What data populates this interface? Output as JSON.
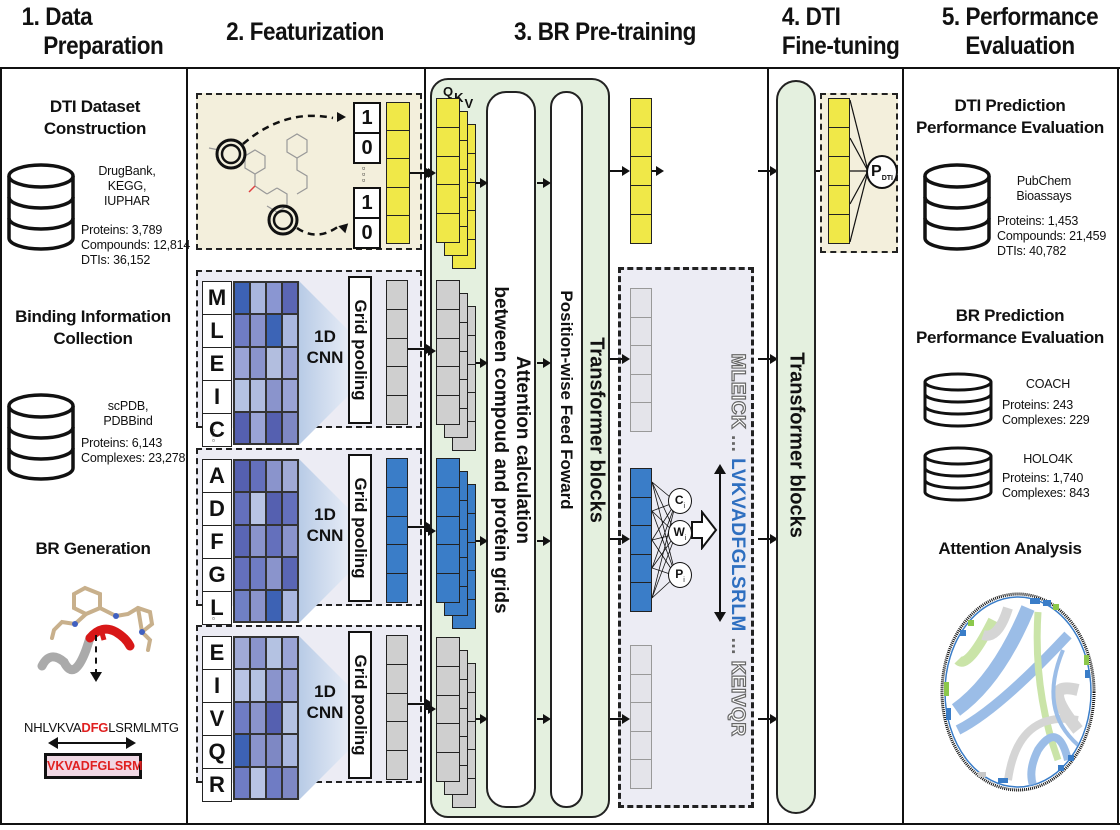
{
  "headers": {
    "s1_line1": "1. Data",
    "s1_line2": "Preparation",
    "s2": "2. Featurization",
    "s3": "3. BR Pre-training",
    "s4_line1": "4. DTI",
    "s4_line2": "Fine-tuning",
    "s5_line1": "5. Performance",
    "s5_line2": "Evaluation"
  },
  "data_prep": {
    "dti_dataset": {
      "title_line1": "DTI Dataset",
      "title_line2": "Construction",
      "sources": [
        "DrugBank,",
        "KEGG,",
        "IUPHAR"
      ],
      "stats": [
        "Proteins: 3,789",
        "Compounds: 12,814",
        "DTIs: 36,152"
      ]
    },
    "binding_info": {
      "title_line1": "Binding Information",
      "title_line2": "Collection",
      "sources": [
        "scPDB,",
        "PDBBind"
      ],
      "stats": [
        "Proteins: 6,143",
        "Complexes: 23,278"
      ]
    },
    "br_generation": {
      "title": "BR Generation",
      "sequence_prefix": "NHLVKVA",
      "sequence_highlight": "DFG",
      "sequence_suffix": "LSRMLMTG",
      "binding_region": "VKVADFGLSRM"
    }
  },
  "featurization": {
    "fingerprint_bits": [
      "1",
      "0",
      "1",
      "0"
    ],
    "protein_groups": [
      {
        "residues": [
          "M",
          "L",
          "E",
          "I",
          "C"
        ],
        "cnn_label_line1": "1D",
        "cnn_label_line2": "CNN",
        "pool_label": "Grid pooling"
      },
      {
        "residues": [
          "A",
          "D",
          "F",
          "G",
          "L"
        ],
        "cnn_label_line1": "1D",
        "cnn_label_line2": "CNN",
        "pool_label": "Grid pooling"
      },
      {
        "residues": [
          "E",
          "I",
          "V",
          "Q",
          "R"
        ],
        "cnn_label_line1": "1D",
        "cnn_label_line2": "CNN",
        "pool_label": "Grid pooling"
      }
    ]
  },
  "pretraining": {
    "qkv": {
      "q": "Q",
      "k": "K",
      "v": "V"
    },
    "attention_line1": "Attention calculation",
    "attention_line2": "between compoud and protein grids",
    "ffn_label": "Position-wise Feed Foward",
    "transformer_label": "Transformer blocks",
    "output_nodes": [
      {
        "main": "C",
        "sub": "i"
      },
      {
        "main": "W",
        "sub": "i"
      },
      {
        "main": "P",
        "sub": "i"
      }
    ],
    "seq_start": "MLEICK",
    "seq_ellipsis1": "...",
    "seq_br": "LVKVADFGLSRLM",
    "seq_ellipsis2": "...",
    "seq_end": "KEIVQR"
  },
  "finetuning": {
    "transformer_label": "Transformer blocks",
    "output_main": "P",
    "output_sub": "DTI"
  },
  "evaluation": {
    "dti_eval": {
      "title_line1": "DTI Prediction",
      "title_line2": "Performance Evaluation",
      "sources": [
        "PubChem",
        "Bioassays"
      ],
      "stats": [
        "Proteins: 1,453",
        "Compounds: 21,459",
        "DTIs: 40,782"
      ]
    },
    "br_eval": {
      "title_line1": "BR Prediction",
      "title_line2": "Performance Evaluation",
      "datasets": [
        {
          "name": "COACH",
          "stats": [
            "Proteins: 243",
            "Complexes: 229"
          ]
        },
        {
          "name": "HOLO4K",
          "stats": [
            "Proteins: 1,740",
            "Complexes: 843"
          ]
        }
      ]
    },
    "attention_analysis": {
      "title": "Attention Analysis"
    }
  },
  "colors": {
    "yellow": "#f0e848",
    "blue": "#3a7dc8",
    "gray": "#cfcfcf",
    "light_gray": "#e4e4ea",
    "green_panel": "#e4f0df",
    "beige_panel": "#f3efdc",
    "lavender_panel": "#ececf4",
    "red": "#e02020",
    "seq_blue": "#2e6fc0"
  }
}
